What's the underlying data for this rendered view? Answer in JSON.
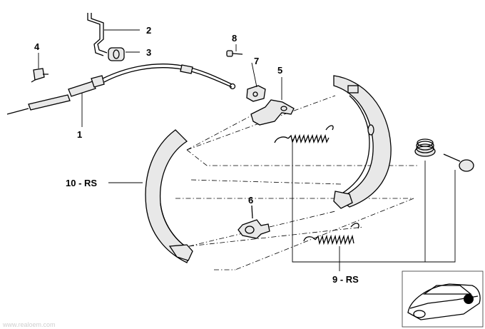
{
  "labels": {
    "l1": "1",
    "l2": "2",
    "l3": "3",
    "l4": "4",
    "l5": "5",
    "l6": "6",
    "l7": "7",
    "l8": "8",
    "l9": "9 - RS",
    "l10": "10 - RS"
  },
  "watermark": "www.realoem.com",
  "icons": {
    "car_thumbnail": "car-location-icon",
    "marker": "location-dot-icon"
  },
  "colors": {
    "ink": "#000000",
    "shade": "#e8e8e8",
    "marker": "#000000"
  }
}
